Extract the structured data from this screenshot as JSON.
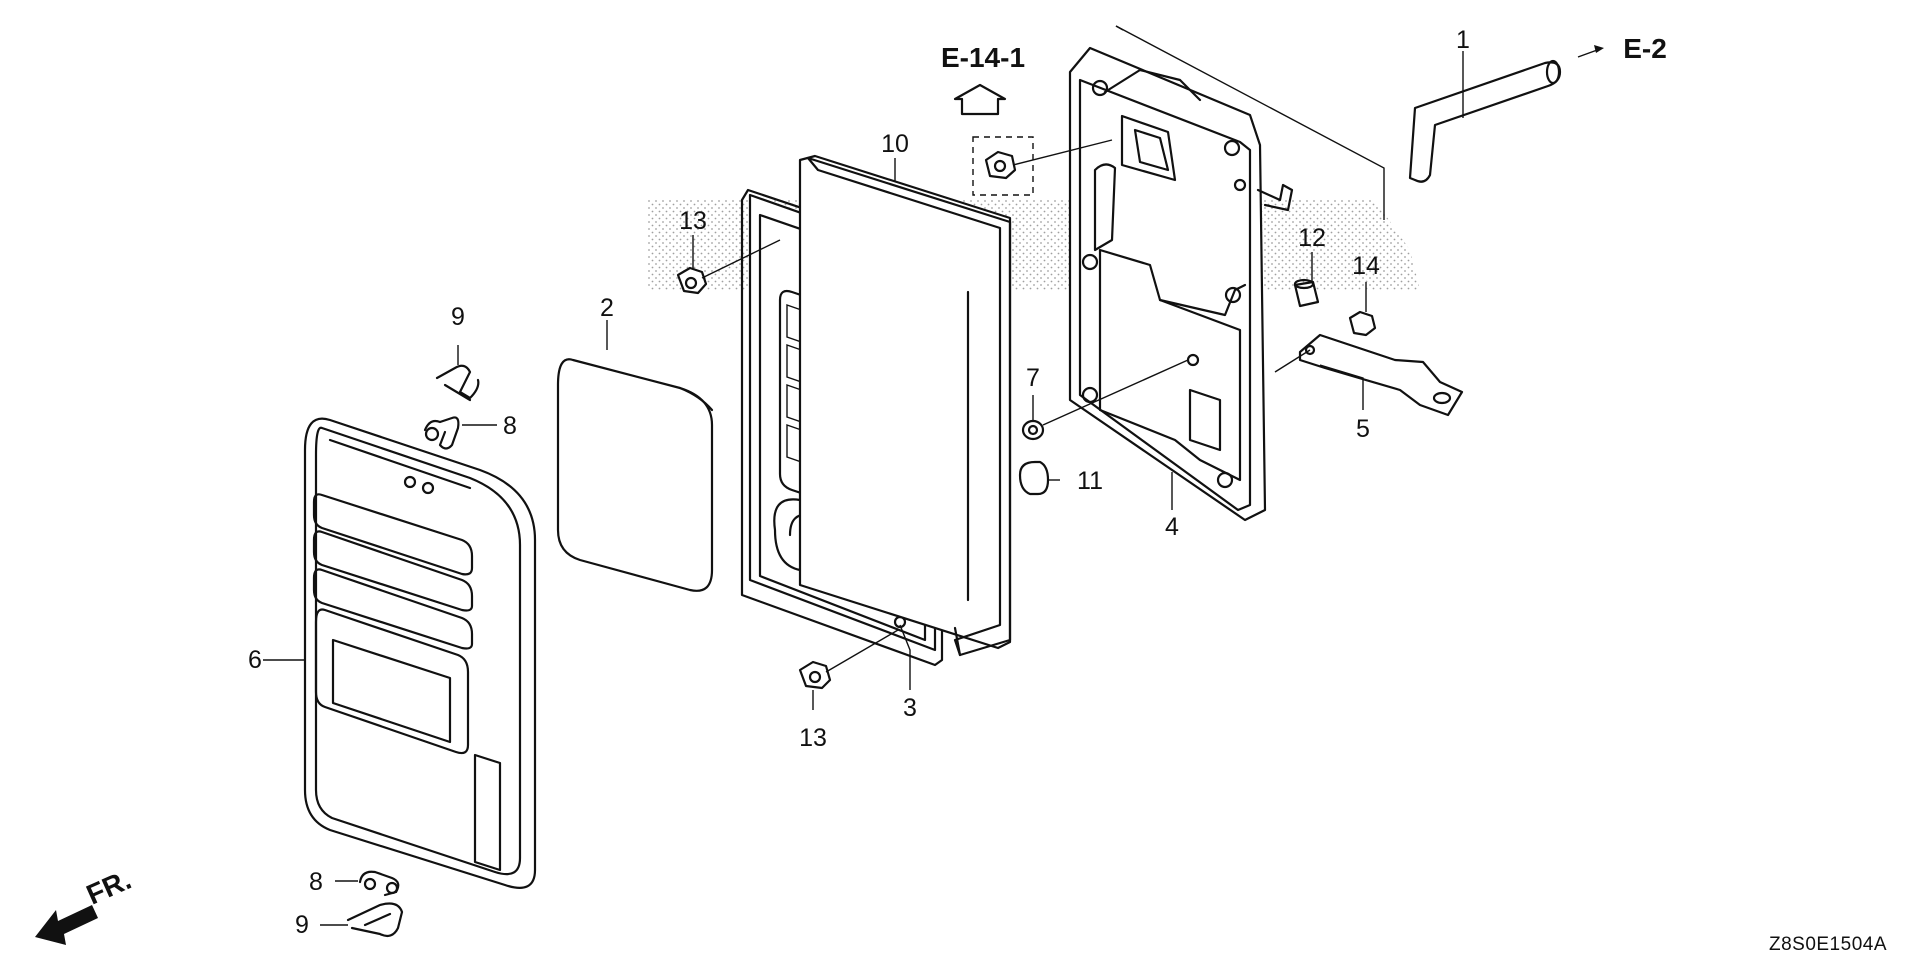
{
  "diagram": {
    "part_callouts": {
      "p1": "1",
      "p2": "2",
      "p3": "3",
      "p4": "4",
      "p5": "5",
      "p6": "6",
      "p7": "7",
      "p8_top": "8",
      "p8_bottom": "8",
      "p9_top": "9",
      "p9_bottom": "9",
      "p10": "10",
      "p11": "11",
      "p12": "12",
      "p13_top": "13",
      "p13_bottom": "13",
      "p14": "14"
    },
    "references": {
      "e14_1": "E-14-1",
      "e2": "E-2"
    },
    "front_label": "FR.",
    "diagram_code": "Z8S0E1504A"
  },
  "colors": {
    "line": "#111111",
    "background": "#ffffff",
    "stipple": "#888888"
  },
  "icons": {
    "front_arrow": "arrow-down-left-icon",
    "reference_arrow": "arrow-up-outline-icon"
  }
}
